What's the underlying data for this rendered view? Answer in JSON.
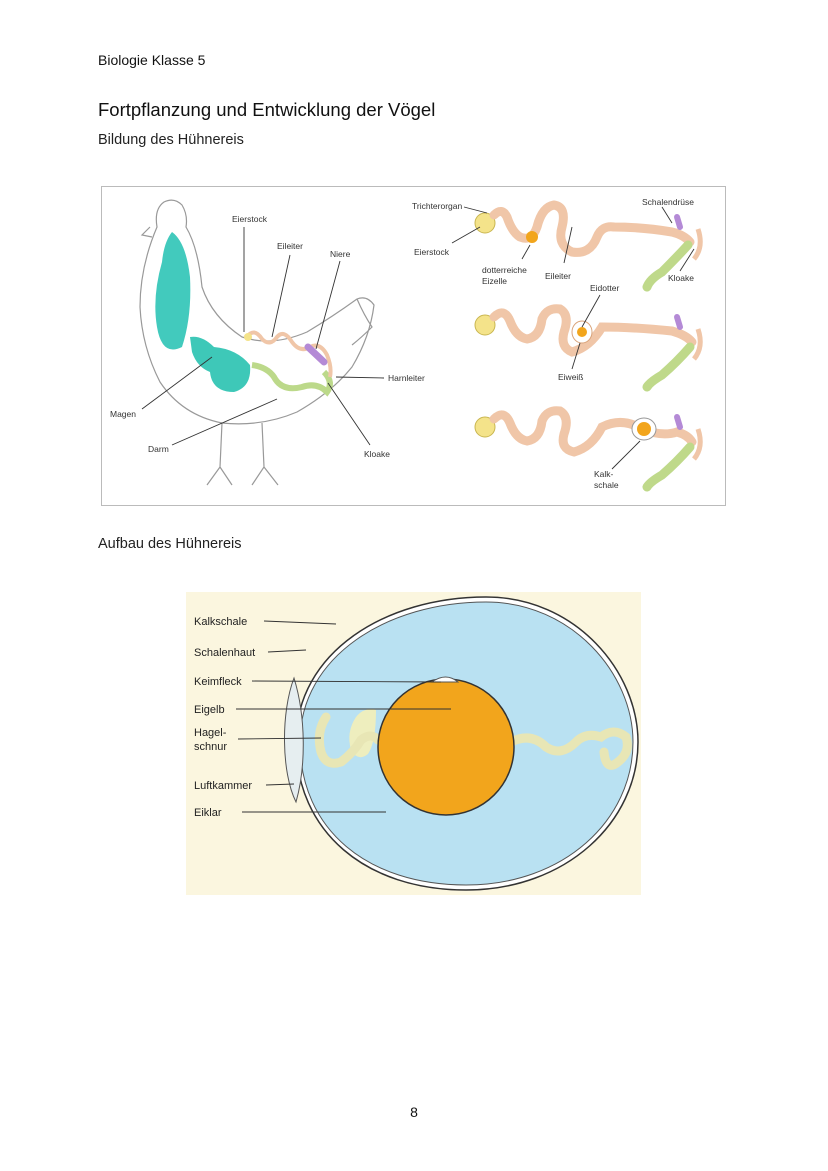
{
  "header": {
    "text": "Biologie Klasse 5"
  },
  "title": "Fortpflanzung und Entwicklung der Vögel",
  "section1": {
    "heading": "Bildung des Hühnereis",
    "hen_labels": {
      "eierstock": "Eierstock",
      "eileiter": "Eileiter",
      "niere": "Niere",
      "harnleiter": "Harnleiter",
      "magen": "Magen",
      "darm": "Darm",
      "kloake": "Kloake"
    },
    "oviduct_labels": {
      "trichterorgan": "Trichterorgan",
      "eierstock": "Eierstock",
      "dotterreiche_1": "dotterreiche",
      "dotterreiche_2": "Eizelle",
      "eileiter": "Eileiter",
      "schalendruese": "Schalendrüse",
      "kloake": "Kloake",
      "eidotter": "Eidotter",
      "eiweiss": "Eiweiß",
      "kalk_1": "Kalk-",
      "kalk_2": "schale"
    }
  },
  "section2": {
    "heading": "Aufbau des Hühnereis",
    "egg_labels": {
      "kalkschale": "Kalkschale",
      "schalenhaut": "Schalenhaut",
      "keimfleck": "Keimfleck",
      "eigelb": "Eigelb",
      "hagel_1": "Hagel-",
      "hagel_2": "schnur",
      "luftkammer": "Luftkammer",
      "eiklar": "Eiklar"
    }
  },
  "page_number": "8",
  "colors": {
    "yolk": "#f2a51c",
    "albumen": "#b9e1f2",
    "ovary": "#f4e38a",
    "oviduct": "#f0c6a8",
    "cloaca": "#bfd98a",
    "kidney": "#b48ad6",
    "stomach": "#2ec4b6"
  }
}
